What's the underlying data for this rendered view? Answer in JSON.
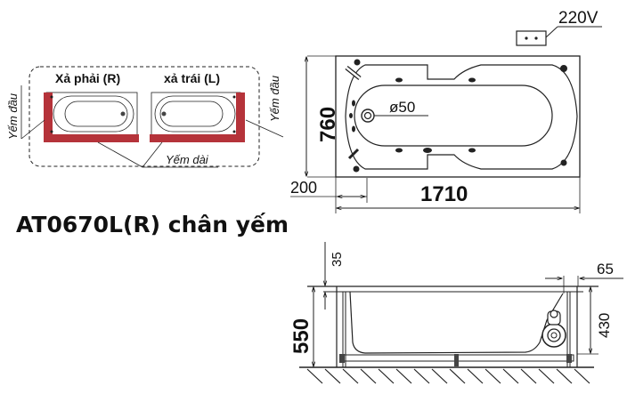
{
  "title": "AT0670L(R) chân yếm",
  "legend": {
    "right_drain_label": "Xả phải (R)",
    "left_drain_label": "xả trái (L)",
    "end_panel_label_left": "Yếm đầu",
    "end_panel_label_right": "Yếm đầu",
    "long_panel_label": "Yếm dài",
    "panel_color": "#b5333a"
  },
  "top_view": {
    "power_label": "220V",
    "width_dim": "760",
    "length_dim": "1710",
    "offset_dim": "200",
    "drain_diameter": "ø50"
  },
  "side_view": {
    "height_dim": "550",
    "rim_dim": "35",
    "edge_dim": "65",
    "inner_height_dim": "430"
  }
}
